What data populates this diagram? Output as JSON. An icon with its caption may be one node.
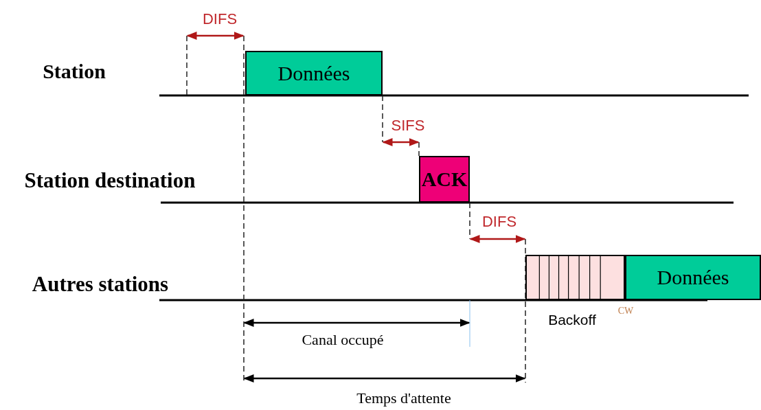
{
  "diagram": {
    "nodes": [
      {
        "text": [
          "Données"
        ]
      },
      {
        "text": [
          "ACK"
        ]
      },
      {
        "text": [],
        "shape": "bar"
      },
      {
        "text": [
          "Données"
        ]
      }
    ],
    "labels": [
      "DIFS",
      "Station",
      "SIFS",
      "Station destination",
      "DIFS",
      "Autres stations",
      "Backoff",
      "CW",
      "Canal occupé",
      "Temps d'attente"
    ]
  }
}
